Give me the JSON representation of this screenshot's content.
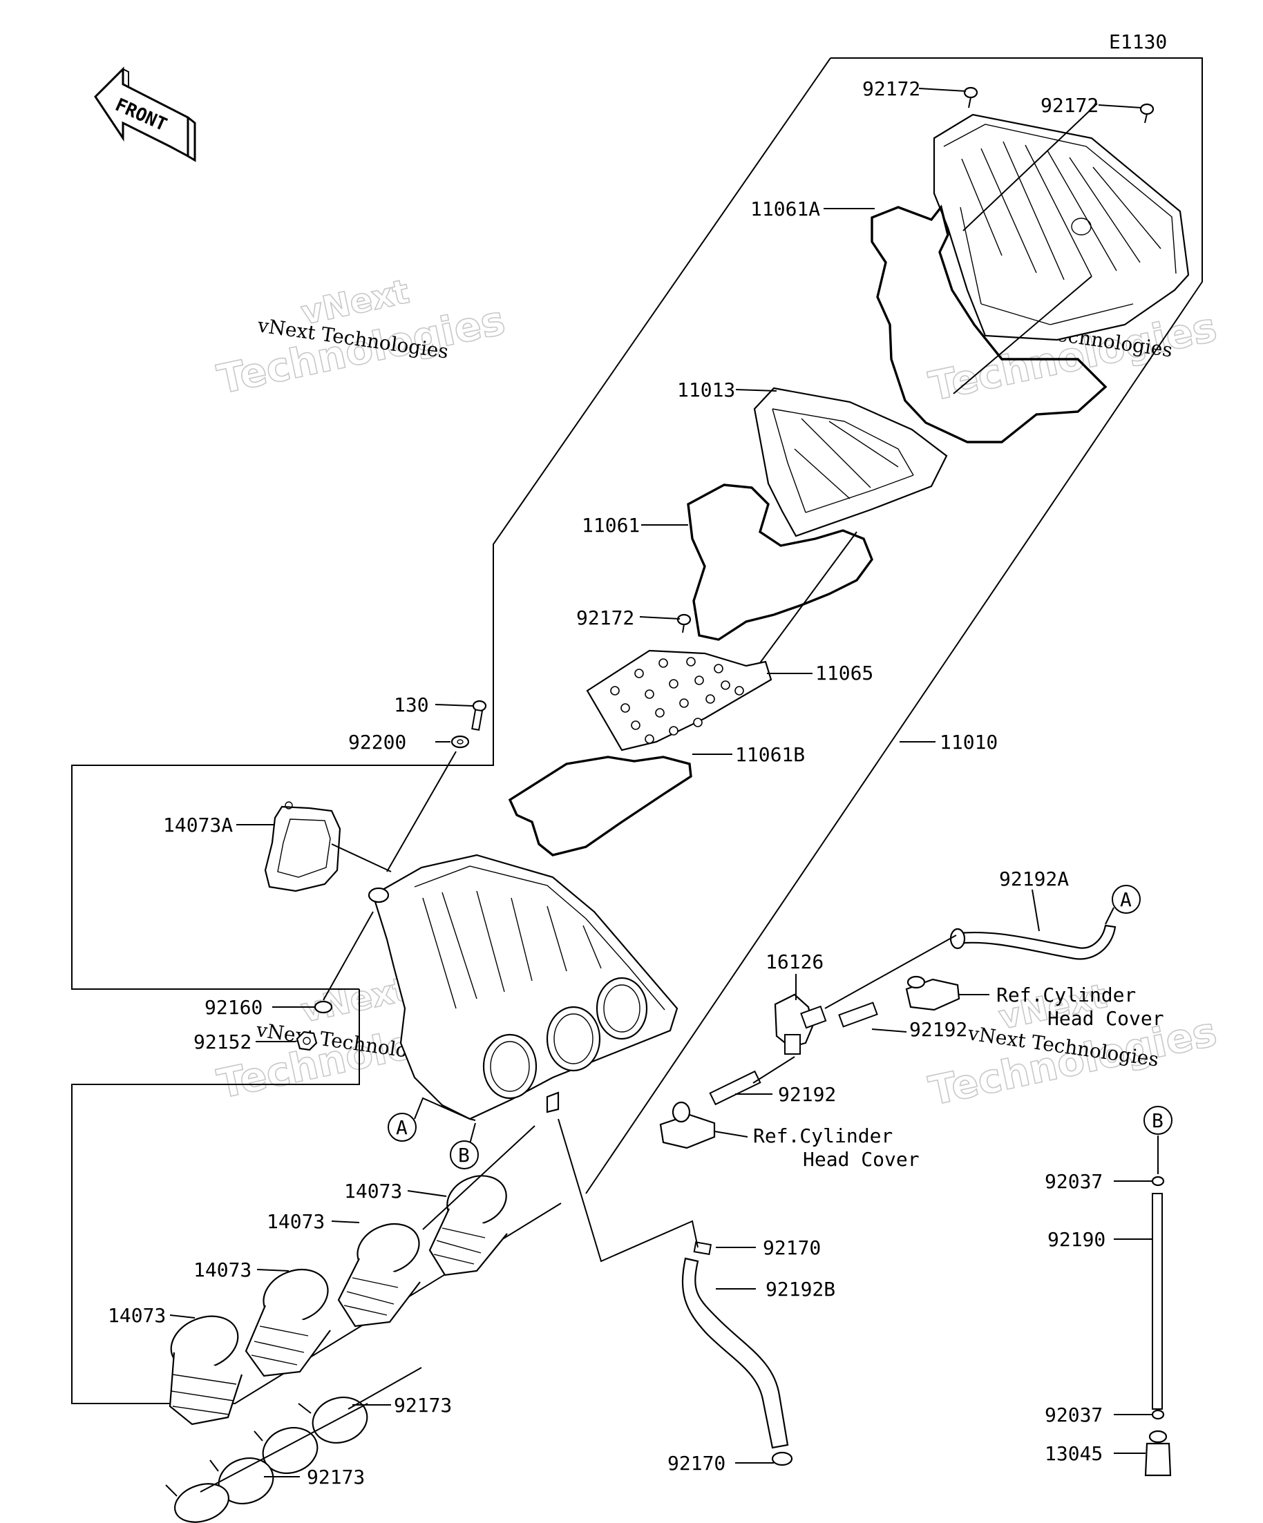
{
  "diagram": {
    "code": "E1130",
    "front_label": "FRONT",
    "watermark_line1": "vNext Technologies",
    "watermark_line2a": "vNext",
    "watermark_line2b": "Technologies",
    "callouts": {
      "c_92172_a": "92172",
      "c_92172_b": "92172",
      "c_11061A": "11061A",
      "c_11013": "11013",
      "c_11061": "11061",
      "c_92172_c": "92172",
      "c_11065": "11065",
      "c_130": "130",
      "c_92200": "92200",
      "c_11010": "11010",
      "c_11061B": "11061B",
      "c_14073A": "14073A",
      "c_92192A": "92192A",
      "c_16126": "16126",
      "c_92160": "92160",
      "c_92152": "92152",
      "c_92192_a": "92192",
      "c_92192_b": "92192",
      "c_14073_a": "14073",
      "c_14073_b": "14073",
      "c_14073_c": "14073",
      "c_14073_d": "14073",
      "c_92170_a": "92170",
      "c_92192B": "92192B",
      "c_92173_a": "92173",
      "c_92173_b": "92173",
      "c_92170_b": "92170",
      "c_92037_a": "92037",
      "c_92190": "92190",
      "c_92037_b": "92037",
      "c_13045": "13045"
    },
    "refs": {
      "ref1_line1": "Ref.Cylinder",
      "ref1_line2": "Head Cover",
      "ref2_line1": "Ref.Cylinder",
      "ref2_line2": "Head Cover"
    },
    "connectors": {
      "A_top": "A",
      "A_bottom": "A",
      "B_right": "B",
      "B_bottom": "B"
    }
  }
}
